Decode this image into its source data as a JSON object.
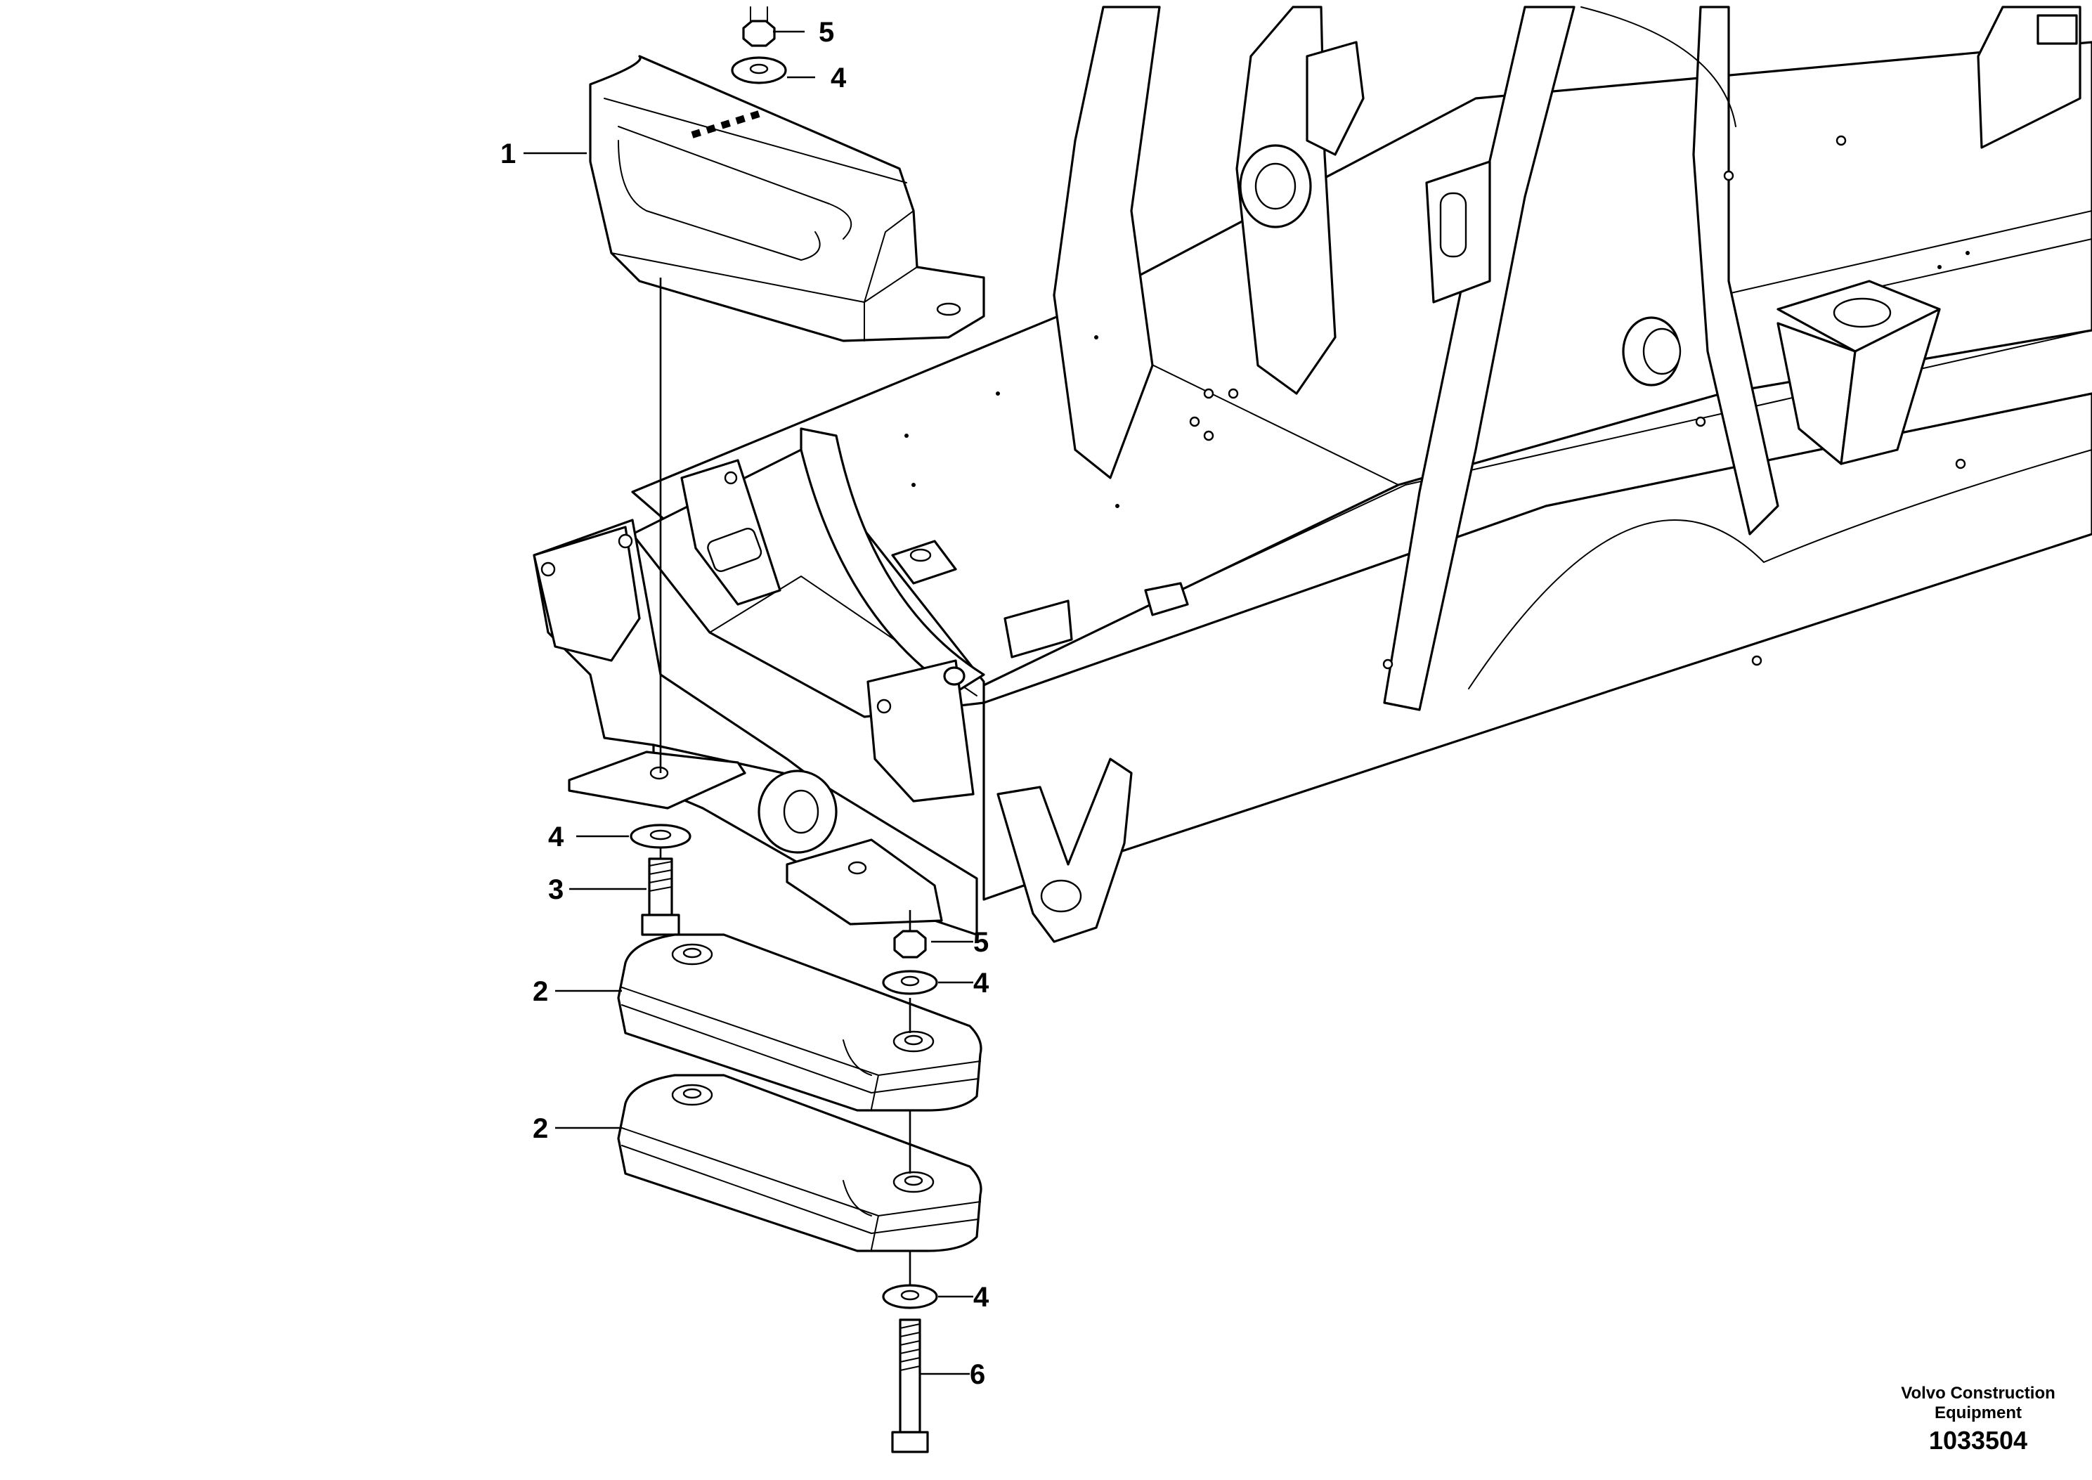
{
  "callouts": {
    "c1": "1",
    "c2a": "2",
    "c2b": "2",
    "c3": "3",
    "c4a": "4",
    "c4b": "4",
    "c4c": "4",
    "c4d": "4",
    "c5a": "5",
    "c5b": "5",
    "c6": "6"
  },
  "footer": {
    "brand_line1": "Volvo Construction",
    "brand_line2": "Equipment",
    "drawing_number": "1033504"
  }
}
